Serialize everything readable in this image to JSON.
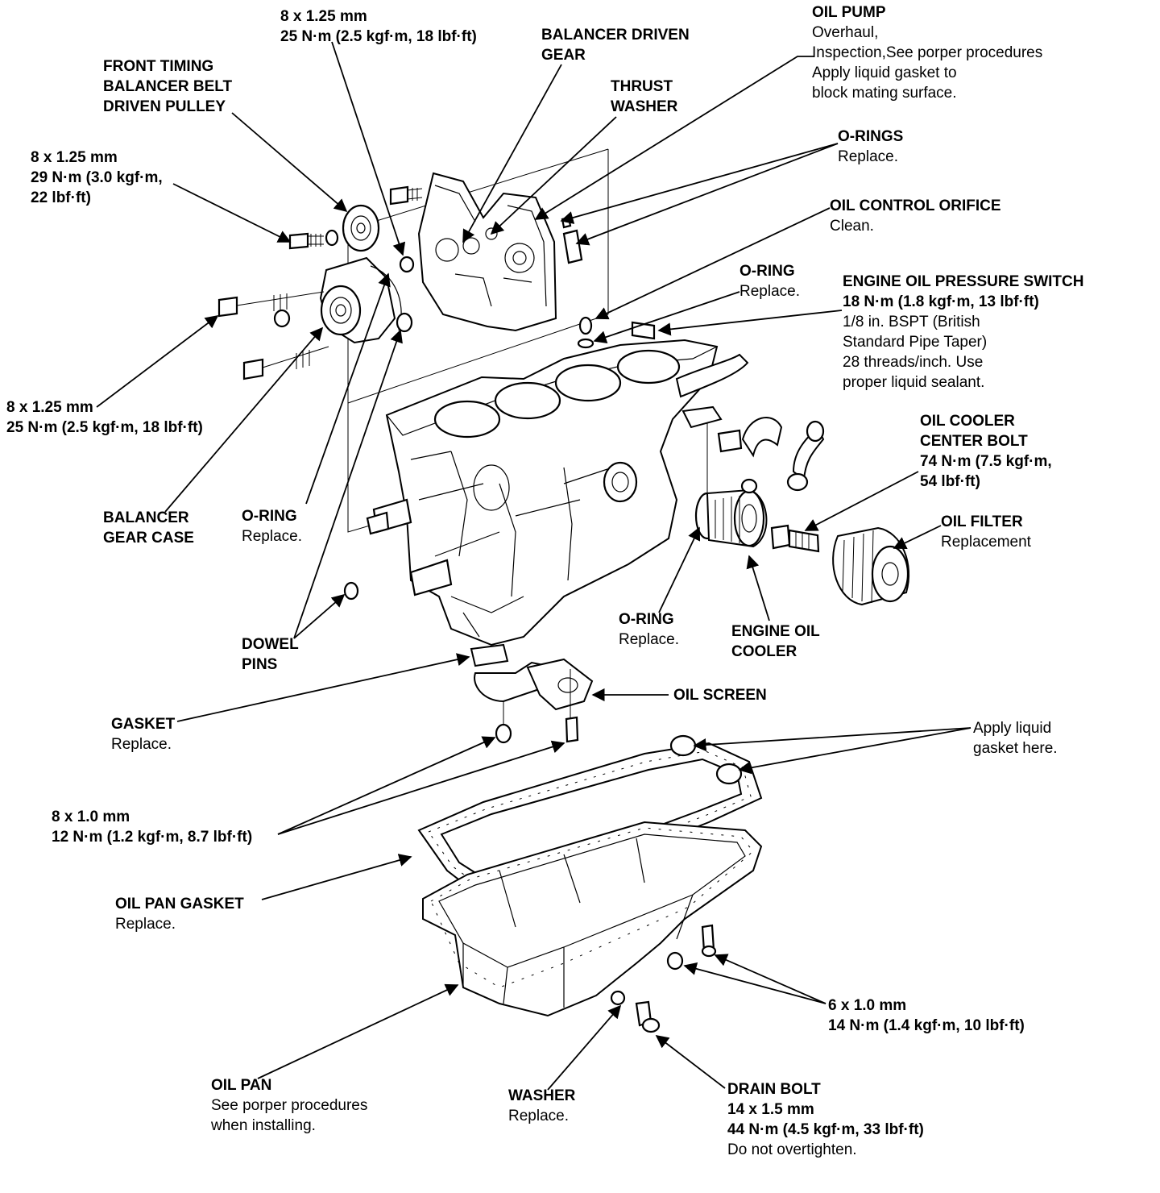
{
  "labels": {
    "top_bolt": [
      "8 x 1.25 mm",
      "25 N·m (2.5 kgf·m, 18 lbf·ft)"
    ],
    "front_pulley": [
      "FRONT TIMING",
      "BALANCER BELT",
      "DRIVEN PULLEY"
    ],
    "left_bolt_1": [
      "8 x 1.25 mm",
      "29 N·m (3.0 kgf·m,",
      "22 lbf·ft)"
    ],
    "left_bolt_2": [
      "8 x 1.25 mm",
      "25 N·m (2.5 kgf·m, 18 lbf·ft)"
    ],
    "balancer_driven_gear": [
      "BALANCER DRIVEN",
      "GEAR"
    ],
    "thrust_washer": [
      "THRUST",
      "WASHER"
    ],
    "oil_pump": [
      "OIL PUMP"
    ],
    "oil_pump_notes": [
      "Overhaul,",
      "Inspection,See porper procedures",
      "Apply liquid gasket to",
      "block mating surface."
    ],
    "o_rings": [
      "O-RINGS"
    ],
    "o_rings_note": [
      "Replace."
    ],
    "oil_control_orifice": [
      "OIL CONTROL ORIFICE"
    ],
    "oil_control_orifice_note": [
      "Clean."
    ],
    "o_ring_top": [
      "O-RING"
    ],
    "o_ring_top_note": [
      "Replace."
    ],
    "pressure_switch": [
      "ENGINE OIL PRESSURE SWITCH",
      "18 N·m (1.8 kgf·m, 13 lbf·ft)"
    ],
    "pressure_switch_notes": [
      "1/8 in. BSPT (British",
      "Standard Pipe Taper)",
      "28 threads/inch. Use",
      "proper liquid sealant."
    ],
    "cooler_bolt": [
      "OIL COOLER",
      "CENTER BOLT",
      "74 N·m (7.5 kgf·m,",
      "54 lbf·ft)"
    ],
    "oil_filter": [
      "OIL FILTER"
    ],
    "oil_filter_note": [
      "Replacement"
    ],
    "balancer_gear_case": [
      "BALANCER",
      "GEAR CASE"
    ],
    "o_ring_mid": [
      "O-RING"
    ],
    "o_ring_mid_note": [
      "Replace."
    ],
    "dowel_pins": [
      "DOWEL",
      "PINS"
    ],
    "o_ring_cooler": [
      "O-RING"
    ],
    "o_ring_cooler_note": [
      "Replace."
    ],
    "engine_oil_cooler": [
      "ENGINE OIL",
      "COOLER"
    ],
    "oil_screen": [
      "OIL SCREEN"
    ],
    "gasket": [
      "GASKET"
    ],
    "gasket_note": [
      "Replace."
    ],
    "liquid_gasket": [
      "Apply liquid",
      "gasket here."
    ],
    "screen_bolts": [
      "8 x 1.0 mm",
      "12 N·m (1.2 kgf·m, 8.7 lbf·ft)"
    ],
    "oil_pan_gasket": [
      "OIL PAN GASKET"
    ],
    "oil_pan_gasket_note": [
      "Replace."
    ],
    "pan_bolts": [
      "6 x 1.0 mm",
      "14 N·m (1.4 kgf·m, 10 lbf·ft)"
    ],
    "oil_pan": [
      "OIL PAN"
    ],
    "oil_pan_notes": [
      "See porper procedures",
      "when installing."
    ],
    "washer": [
      "WASHER"
    ],
    "washer_note": [
      "Replace."
    ],
    "drain_bolt": [
      "DRAIN BOLT",
      "14 x 1.5 mm",
      "44 N·m (4.5 kgf·m, 33 lbf·ft)"
    ],
    "drain_bolt_note": [
      "Do not overtighten."
    ]
  }
}
